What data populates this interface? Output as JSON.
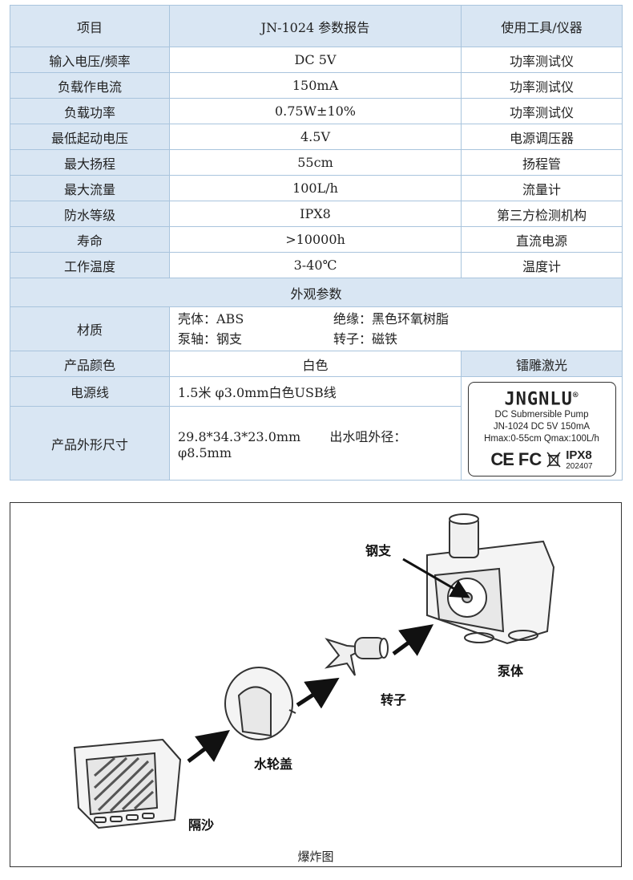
{
  "header": {
    "col1": "项目",
    "col2": "JN-1024 参数报告",
    "col3": "使用工具/仪器"
  },
  "rows": [
    {
      "item": "输入电压/频率",
      "value": "DC 5V",
      "tool": "功率测试仪"
    },
    {
      "item": "负载作电流",
      "value": "150mA",
      "tool": "功率测试仪"
    },
    {
      "item": "负载功率",
      "value": "0.75W±10%",
      "tool": "功率测试仪"
    },
    {
      "item": "最低起动电压",
      "value": "4.5V",
      "tool": "电源调压器"
    },
    {
      "item": "最大扬程",
      "value": "55cm",
      "tool": "扬程管"
    },
    {
      "item": "最大流量",
      "value": "100L/h",
      "tool": "流量计"
    },
    {
      "item": "防水等级",
      "value": "IPX8",
      "tool": "第三方检测机构"
    },
    {
      "item": "寿命",
      "value": ">10000h",
      "tool": "直流电源"
    },
    {
      "item": "工作温度",
      "value": "3-40℃",
      "tool": "温度计"
    }
  ],
  "appearance": {
    "section_title": "外观参数",
    "material_label": "材质",
    "material": {
      "shell": "壳体：ABS",
      "insulation": "绝缘：黑色环氧树脂",
      "shaft": "泵轴：钢支",
      "rotor": "转子：磁铁"
    },
    "color_label": "产品颜色",
    "color_value": "白色",
    "laser_label": "镭雕激光",
    "cable_label": "电源线",
    "cable_value": "1.5米 φ3.0mm白色USB线",
    "size_label": "产品外形尺寸",
    "size_value": "29.8*34.3*23.0mm",
    "outlet_value": "出水咀外径： φ8.5mm"
  },
  "product_label": {
    "logo": "JNGNLU",
    "registered": "®",
    "line1": "DC Submersible Pump",
    "line2": "JN-1024 DC 5V 150mA",
    "line3": "Hmax:0-55cm Qmax:100L/h",
    "ce": "CE",
    "fc": "FC",
    "ipx": "IPX8",
    "year": "202407"
  },
  "diagram": {
    "labels": {
      "shaft": "钢支",
      "pump_body": "泵体",
      "rotor": "转子",
      "impeller_cover": "水轮盖",
      "sand_filter": "隔沙"
    },
    "caption": "爆炸图"
  }
}
